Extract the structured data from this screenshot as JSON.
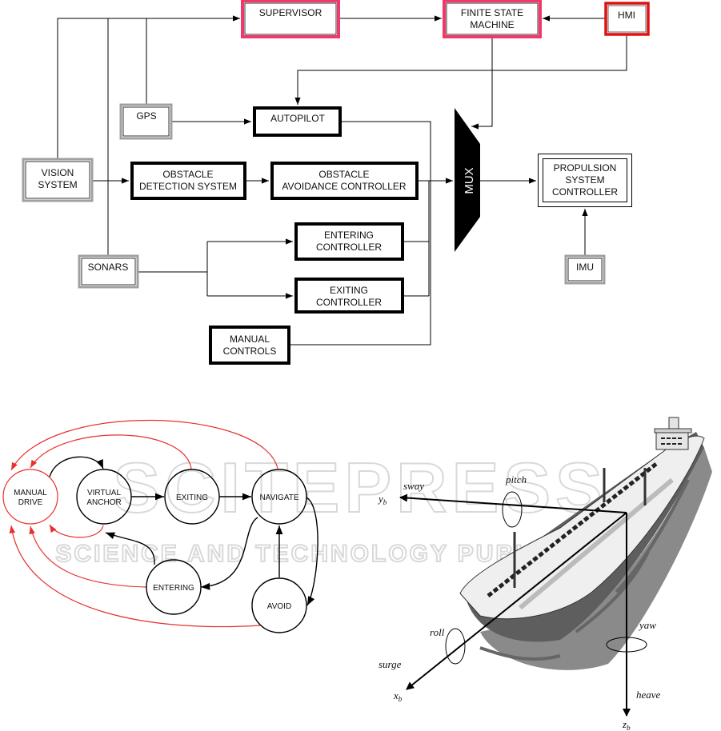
{
  "block_diagram": {
    "supervisor": "SUPERVISOR",
    "fsm": [
      "FINITE STATE",
      "MACHINE"
    ],
    "hmi": "HMI",
    "gps": "GPS",
    "autopilot": "AUTOPILOT",
    "vision": [
      "VISION",
      "SYSTEM"
    ],
    "obstacle_detection": [
      "OBSTACLE",
      "DETECTION SYSTEM"
    ],
    "obstacle_avoidance": [
      "OBSTACLE",
      "AVOIDANCE CONTROLLER"
    ],
    "entering": [
      "ENTERING",
      "CONTROLLER"
    ],
    "exiting": [
      "EXITING",
      "CONTROLLER"
    ],
    "manual": [
      "MANUAL",
      "CONTROLS"
    ],
    "sonars": "SONARS",
    "mux": "MUX",
    "propulsion": [
      "PROPULSION",
      "SYSTEM",
      "CONTROLLER"
    ],
    "imu": "IMU"
  },
  "state_machine": {
    "manual_drive": [
      "MANUAL",
      "DRIVE"
    ],
    "virtual_anchor": [
      "VIRTUAL",
      "ANCHOR"
    ],
    "exiting": "EXITING",
    "navigate": "NAVIGATE",
    "entering": "ENTERING",
    "avoid": "AVOID"
  },
  "ship": {
    "sway": "sway",
    "yb": "y",
    "yb_sub": "b",
    "pitch": "pitch",
    "roll": "roll",
    "surge": "surge",
    "xb": "x",
    "xb_sub": "b",
    "yaw": "yaw",
    "heave": "heave",
    "zb": "z",
    "zb_sub": "b"
  },
  "watermark": [
    "SCITEPRESS",
    "SCIENCE AND TECHNOLOGY PUBLICATIONS"
  ],
  "colors": {
    "supervisor_border": "#f0386a",
    "hmi_border": "#e01010",
    "sensor_border": "#a0a0a0",
    "transition_red": "#e8302f"
  }
}
